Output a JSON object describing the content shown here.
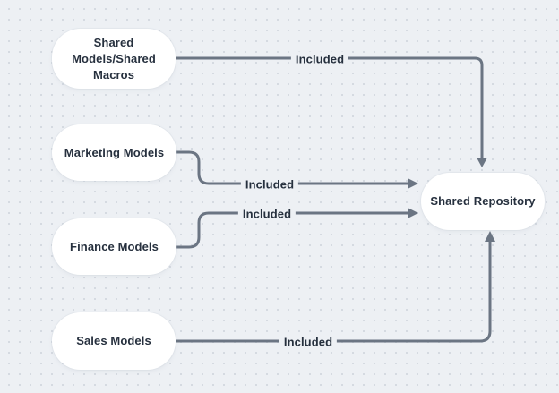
{
  "diagram": {
    "colors": {
      "background": "#edf0f4",
      "dot_grid": "#d5dae1",
      "node_fill": "#ffffff",
      "node_text": "#26303e",
      "connector": "#6b7583"
    },
    "nodes": [
      {
        "id": "shared-models",
        "label": "Shared\nModels/Shared\nMacros"
      },
      {
        "id": "marketing-models",
        "label": "Marketing Models"
      },
      {
        "id": "finance-models",
        "label": "Finance Models"
      },
      {
        "id": "sales-models",
        "label": "Sales Models"
      },
      {
        "id": "shared-repository",
        "label": "Shared Repository"
      }
    ],
    "edges": [
      {
        "from": "shared-models",
        "to": "shared-repository",
        "label": "Included"
      },
      {
        "from": "marketing-models",
        "to": "shared-repository",
        "label": "Included"
      },
      {
        "from": "finance-models",
        "to": "shared-repository",
        "label": "Included"
      },
      {
        "from": "sales-models",
        "to": "shared-repository",
        "label": "Included"
      }
    ]
  }
}
